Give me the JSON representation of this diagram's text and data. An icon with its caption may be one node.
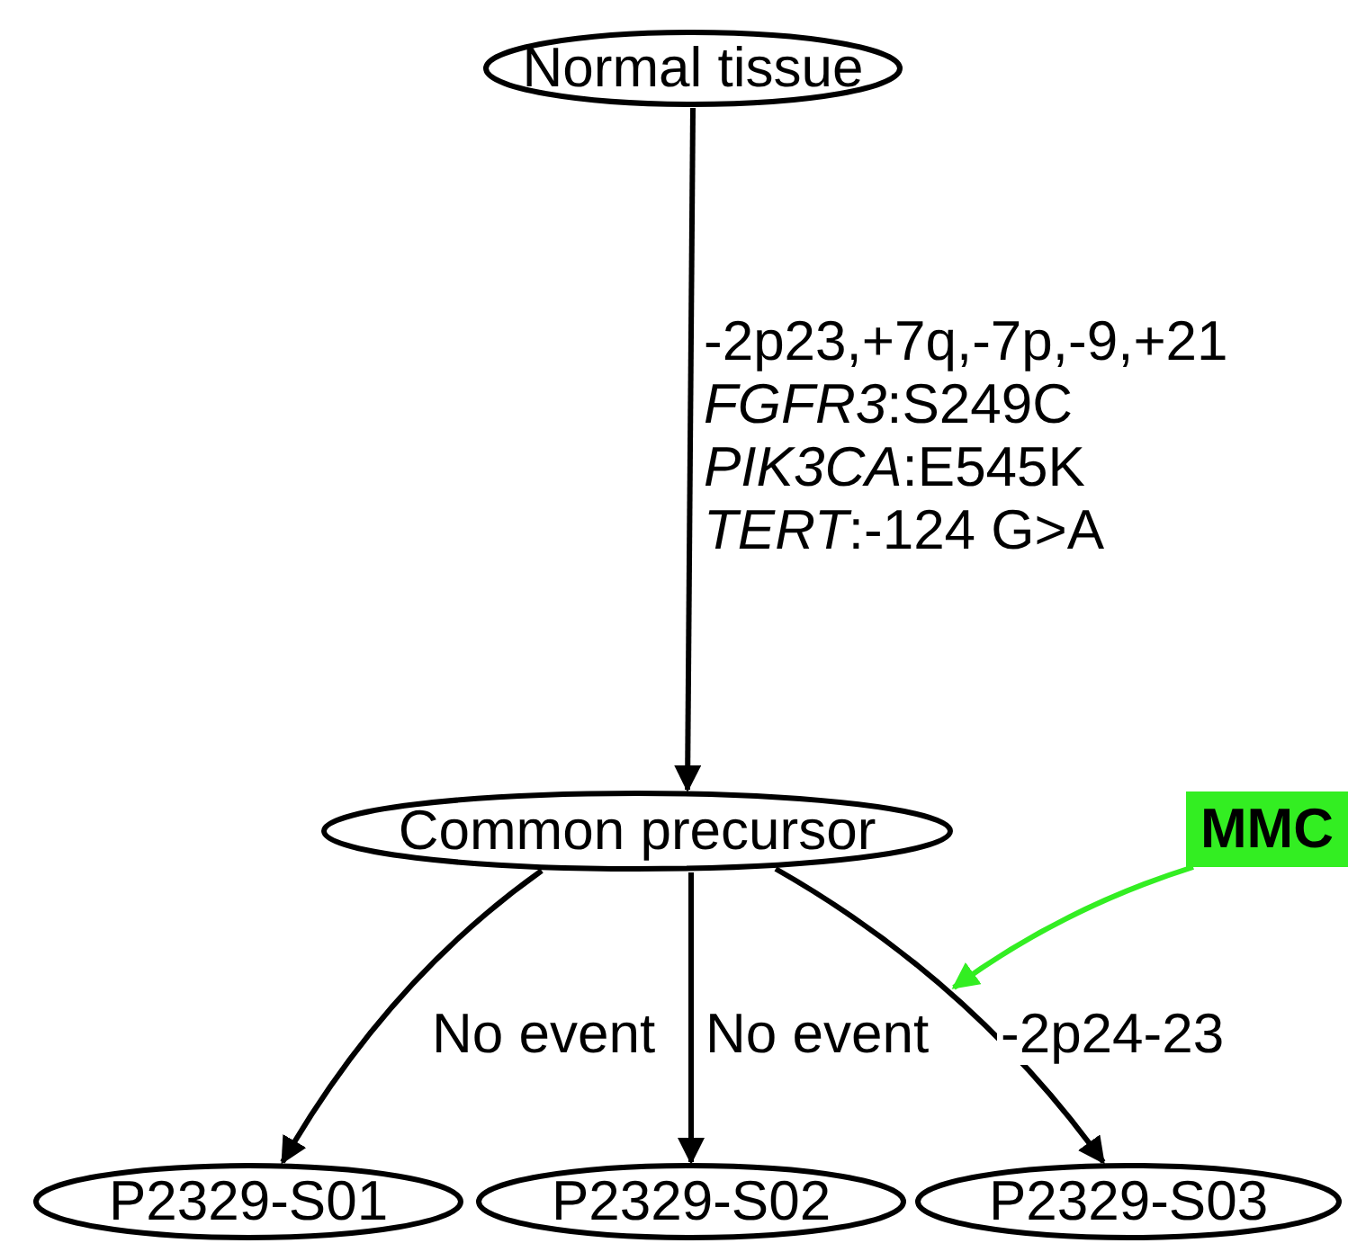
{
  "diagram": {
    "nodes": [
      {
        "text": [
          "Normal tissue"
        ]
      },
      {
        "text": [
          "Common precursor"
        ]
      },
      {
        "text": [
          "P2329-S01"
        ]
      },
      {
        "text": [
          "P2329-S02"
        ]
      },
      {
        "text": [
          "P2329-S03"
        ]
      },
      {
        "text": [
          "MMC"
        ]
      }
    ],
    "edges": [
      {
        "from": 0,
        "to": 1,
        "arrow": "to",
        "label": "-2p23,+7q,-7p,-9,+21 *FGFR3*:S249C *PIK3CA*:E545K *TERT*:-124 G>A"
      },
      {
        "from": 1,
        "to": 2,
        "arrow": "to",
        "label": "No event"
      },
      {
        "from": 1,
        "to": 3,
        "arrow": "to",
        "label": "No event"
      },
      {
        "from": 1,
        "to": 4,
        "arrow": "to",
        "label": "-2p24-23"
      },
      {
        "from": 5,
        "to": null,
        "arrow": "to",
        "color": "#33ee22"
      }
    ]
  }
}
